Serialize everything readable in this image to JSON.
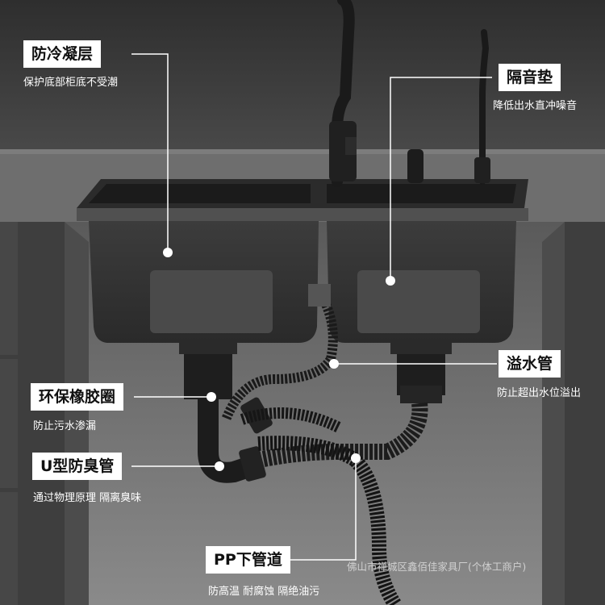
{
  "callouts": [
    {
      "id": "anti-condensation",
      "title": "防冷凝层",
      "desc": "保护底部柜底不受潮"
    },
    {
      "id": "sound-pad",
      "title": "隔音垫",
      "desc": "降低出水直冲噪音"
    },
    {
      "id": "overflow-pipe",
      "title": "溢水管",
      "desc": "防止超出水位溢出"
    },
    {
      "id": "rubber-ring",
      "title": "环保橡胶圈",
      "desc": "防止污水渗漏"
    },
    {
      "id": "u-trap",
      "title": "U型防臭管",
      "desc": "通过物理原理 隔离臭味"
    },
    {
      "id": "pp-pipe",
      "title": "PP下管道",
      "desc": "防高温 耐腐蚀 隔绝油污"
    }
  ],
  "watermark": "佛山市禅城区鑫佰佳家具厂(个体工商户)",
  "colors": {
    "label_bg": "#ffffff",
    "label_text": "#111111",
    "desc_text": "#ffffff",
    "leader_line": "#ffffff"
  }
}
